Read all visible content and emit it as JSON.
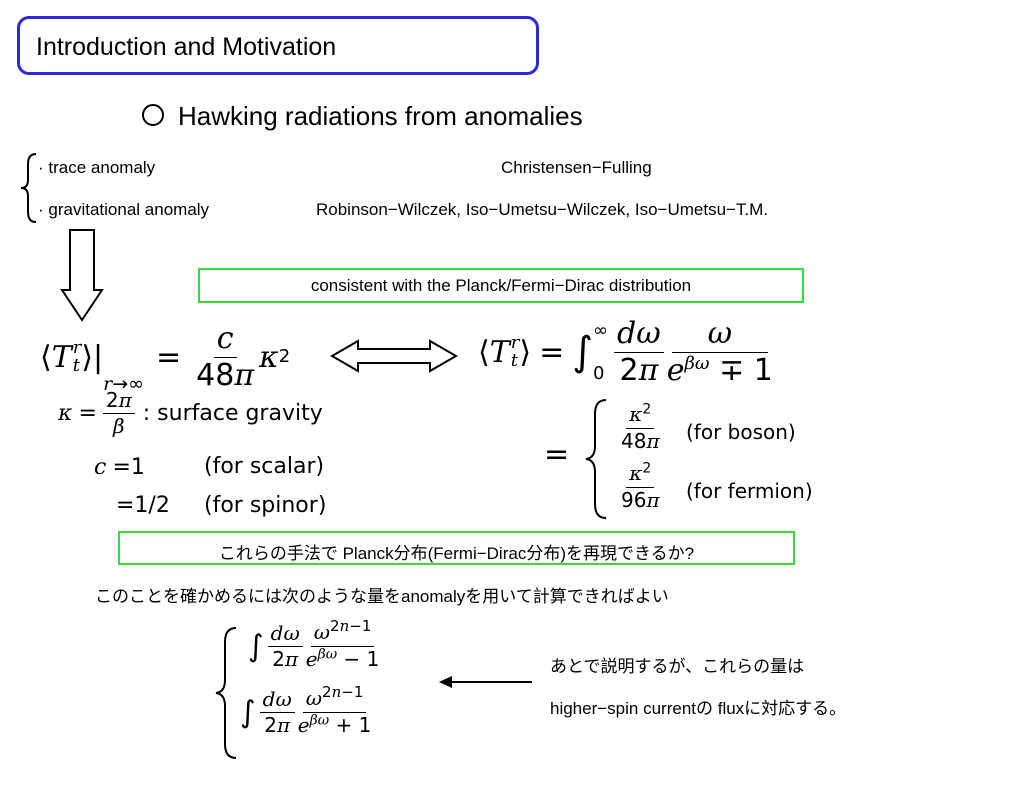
{
  "slide": {
    "title": "Introduction and Motivation",
    "subtitle": "Hawking radiations from anomalies",
    "anomalies": [
      {
        "label": "trace anomaly",
        "refs": "Christensen−Fulling"
      },
      {
        "label": "gravitational anomaly",
        "refs": "Robinson−Wilczek, Iso−Umetsu−Wilczek, Iso−Umetsu−T.M."
      }
    ],
    "bullet_mark": "·",
    "consistent_box": "consistent with the Planck/Fermi−Dirac distribution",
    "surface_gravity_label": ": surface gravity",
    "c_scalar_val": "=1",
    "c_scalar_note": "(for scalar)",
    "c_spinor_val": "=1/2",
    "c_spinor_note": "(for spinor)",
    "boson_note": "(for boson)",
    "fermion_note": "(for fermion)",
    "question_box": "これらの手法で Planck分布(Fermi−Dirac分布)を再現できるか?",
    "method_text": "このことを確かめるには次のような量をanomalyを用いて計算できればよい",
    "note_line1": "あとで説明するが、これらの量は",
    "note_line2": "higher−spin currentの fluxに対応する。"
  },
  "colors": {
    "title_border": "#2a2ad8",
    "box_border": "#33dd33",
    "text": "#000000"
  }
}
